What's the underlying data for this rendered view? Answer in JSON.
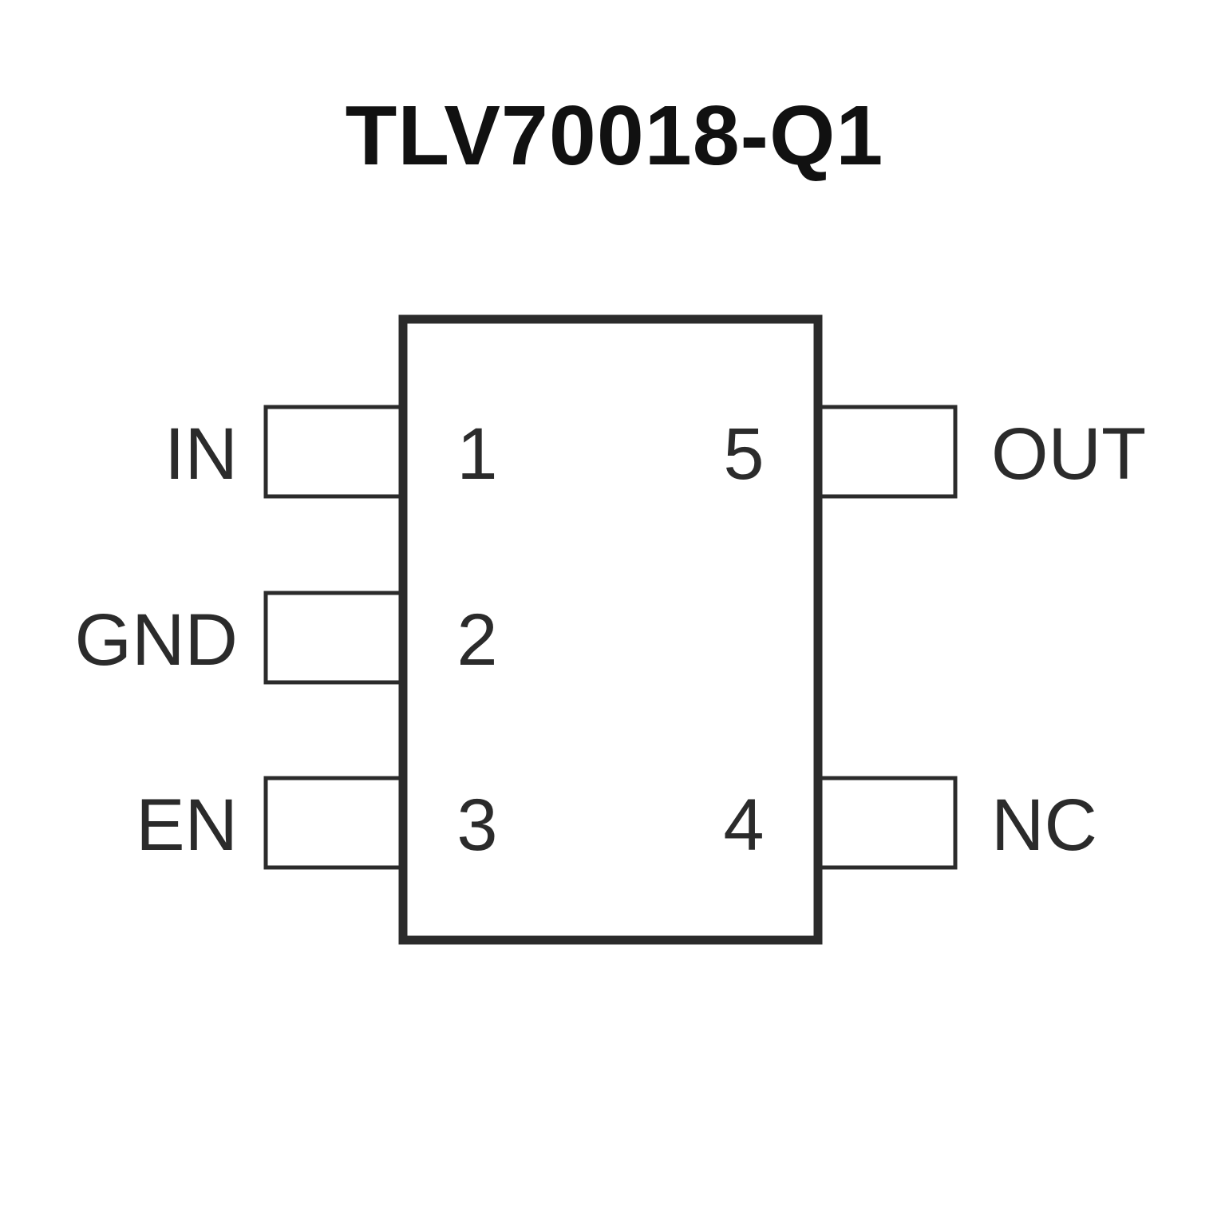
{
  "title": "TLV70018-Q1",
  "package": {
    "pins": [
      {
        "number": "1",
        "label": "IN",
        "side": "left"
      },
      {
        "number": "2",
        "label": "GND",
        "side": "left"
      },
      {
        "number": "3",
        "label": "EN",
        "side": "left"
      },
      {
        "number": "4",
        "label": "NC",
        "side": "right"
      },
      {
        "number": "5",
        "label": "OUT",
        "side": "right"
      }
    ]
  },
  "colors": {
    "line": "#2b2b2b",
    "title": "#111111",
    "background": "#ffffff"
  }
}
